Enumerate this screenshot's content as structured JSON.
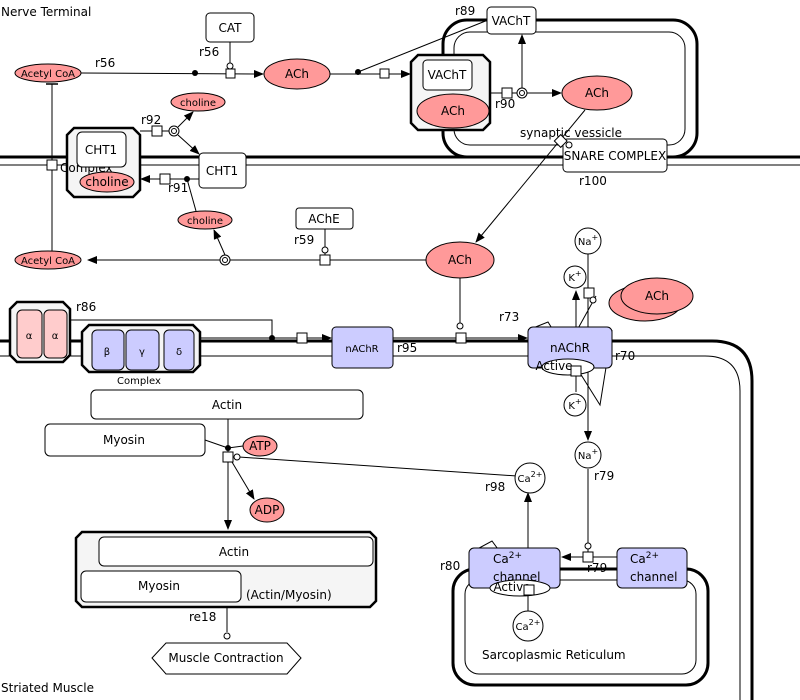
{
  "compartments": {
    "nerve_terminal": "Nerve Terminal",
    "striated_muscle": "Striated Muscle",
    "synaptic_vesicle": "synaptic vessicle",
    "sarcoplasmic_reticulum": "Sarcoplasmic Reticulum"
  },
  "species": {
    "cat": "CAT",
    "acetyl_coa_top": "Acetyl CoA",
    "acetyl_coa_bottom": "Acetyl CoA",
    "ach_synth": "ACh",
    "vacht_top": "VAChT",
    "vacht_complex_vacht": "VAChT",
    "vacht_complex_ach": "ACh",
    "ach_vesicle": "ACh",
    "snare_complex": "SNARE COMPLEX",
    "choline_top": "choline",
    "cht1_complex_cht1": "CHT1",
    "cht1_complex_choline": "choline",
    "cht1_complex_label": "Complex",
    "cht1": "CHT1",
    "choline_bottom": "choline",
    "ache": "AChE",
    "ach_cleft": "ACh",
    "ach_receptor_bound": "ACh",
    "alpha1": "α",
    "alpha2": "α",
    "beta": "β",
    "gamma": "γ",
    "delta": "δ",
    "bgd_complex_label": "Complex",
    "nachr": "nAChR",
    "nachr_active": "nAChR",
    "nachr_active_state": "Active",
    "na_top": {
      "base": "Na",
      "sup": "+"
    },
    "k_top": {
      "base": "K",
      "sup": "+"
    },
    "k_bottom": {
      "base": "K",
      "sup": "+"
    },
    "na_bottom": {
      "base": "Na",
      "sup": "+"
    },
    "ca_cyto": {
      "base": "Ca",
      "sup": "2+"
    },
    "ca_sr": {
      "base": "Ca",
      "sup": "2+"
    },
    "ca_channel_left": {
      "base": "Ca",
      "sup": "2+",
      "line2": "channel",
      "state": "Active"
    },
    "ca_channel_right": {
      "base": "Ca",
      "sup": "2+",
      "line2": "channel"
    },
    "actin": "Actin",
    "myosin": "Myosin",
    "atp": "ATP",
    "adp": "ADP",
    "actomyosin_actin": "Actin",
    "actomyosin_myosin": "Myosin",
    "actomyosin_label": "(Actin/Myosin)",
    "muscle_contraction": "Muscle Contraction"
  },
  "reactions": {
    "r56_a": "r56",
    "r56_b": "r56",
    "r89": "r89",
    "r90": "r90",
    "r100": "r100",
    "r92": "r92",
    "r91": "r91",
    "r59": "r59",
    "r86": "r86",
    "r95": "r95",
    "r73": "r73",
    "r70": "r70",
    "r79_a": "r79",
    "r79_b": "r79",
    "r98": "r98",
    "r80": "r80",
    "re18": "re18"
  },
  "colors": {
    "simple_molecule": "#ff9999",
    "protein_receptor": "#ccccff",
    "protein_alpha": "#ffcccc",
    "complex_fill": "#f5f5f5"
  }
}
